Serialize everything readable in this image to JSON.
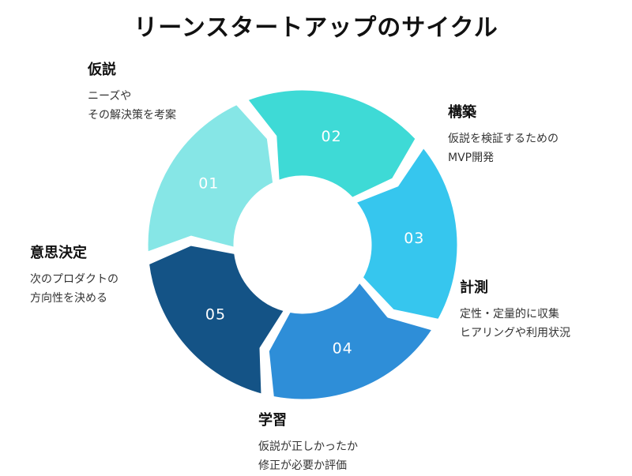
{
  "title": "リーンスタートアップのサイクル",
  "steps": [
    {
      "number": "01",
      "heading": "仮説",
      "lines": [
        "ニーズや",
        "その解決策を考案"
      ],
      "color": "#86E6E6"
    },
    {
      "number": "02",
      "heading": "構築",
      "lines": [
        "仮説を検証するための",
        "MVP開発"
      ],
      "color": "#3EDAD6"
    },
    {
      "number": "03",
      "heading": "計測",
      "lines": [
        "定性・定量的に収集",
        "ヒアリングや利用状況"
      ],
      "color": "#36C6EE"
    },
    {
      "number": "04",
      "heading": "学習",
      "lines": [
        "仮説が正しかったか",
        "修正が必要か評価"
      ],
      "color": "#2E8ED8"
    },
    {
      "number": "05",
      "heading": "意思決定",
      "lines": [
        "次のプロダクトの",
        "方向性を決める"
      ],
      "color": "#145386"
    }
  ]
}
